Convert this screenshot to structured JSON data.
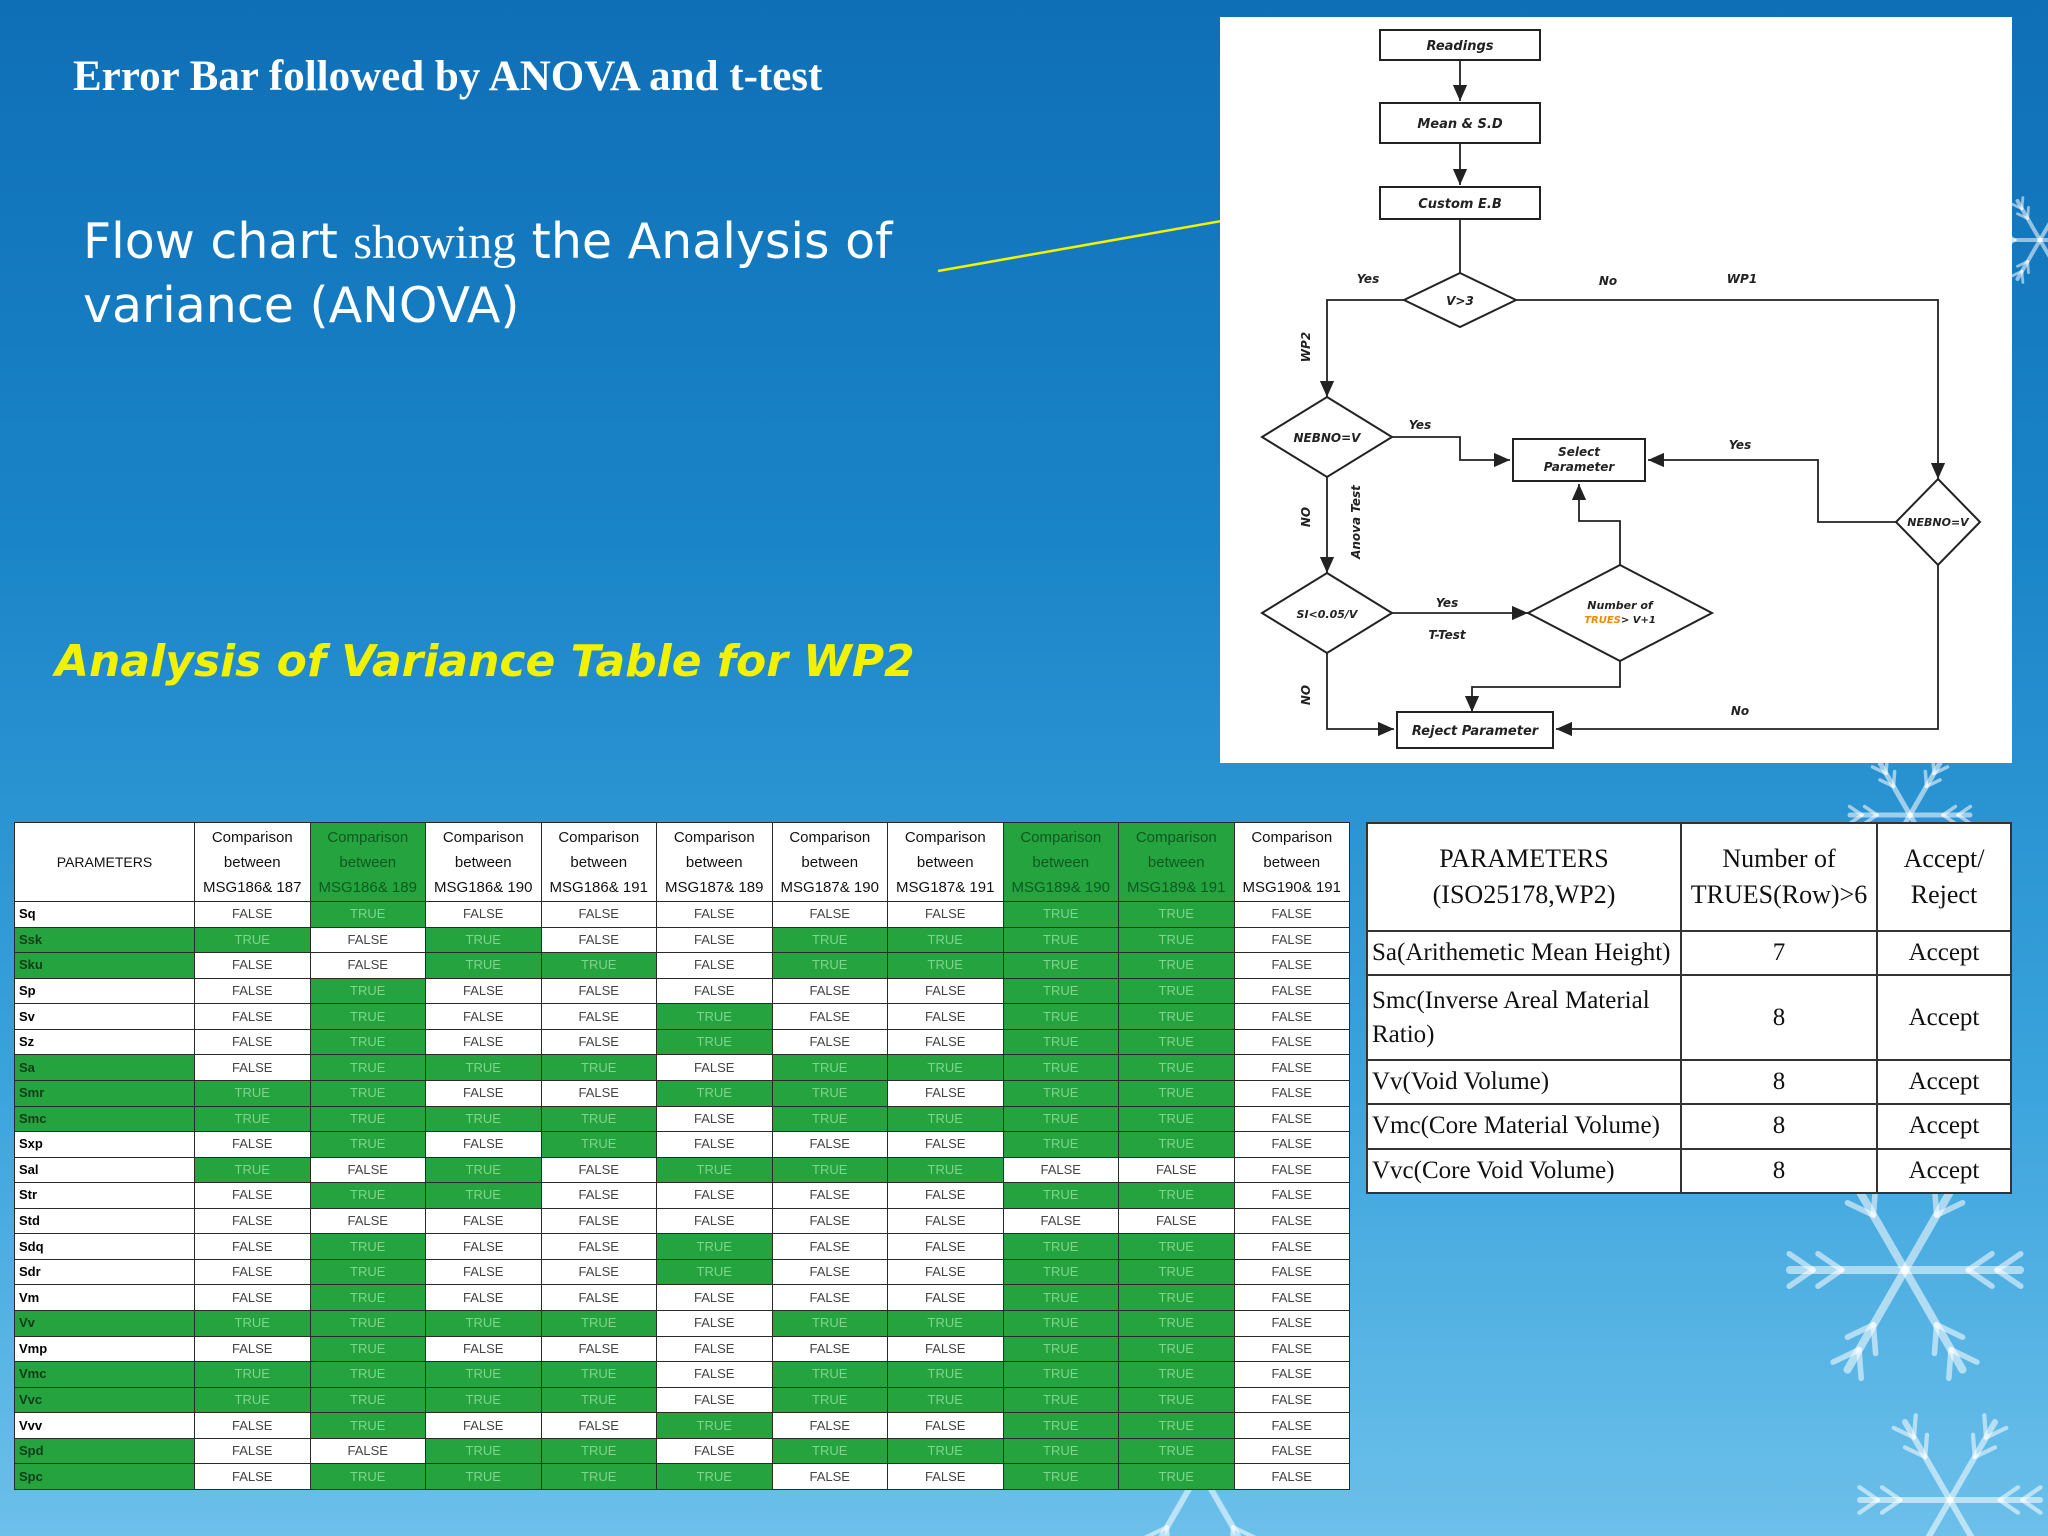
{
  "slide": {
    "title": "Error Bar followed by ANOVA and t-test",
    "caption_part1": "Flow chart ",
    "caption_serif": "showing",
    "caption_part2": " the Analysis of variance (ANOVA)",
    "table_heading": "Analysis of Variance Table for WP2"
  },
  "colors": {
    "accent_yellow": "#f2f200",
    "table_green": "#25a33f",
    "background_blue": "#1a84c8"
  },
  "flowchart": {
    "readings": "Readings",
    "mean_sd": "Mean & S.D",
    "custom_eb": "Custom E.B",
    "decision_v": "V>3",
    "label_yes_top": "Yes",
    "label_no_top": "No",
    "label_wp1": "WP1",
    "label_wp2": "WP2",
    "nebno_left": "NEBNO=V",
    "label_yes_mid": "Yes",
    "select_line1": "Select",
    "select_line2": "Parameter",
    "label_yes_right": "Yes",
    "nebno_right": "NEBNO=V",
    "label_no_left": "NO",
    "label_anova": "Anova Test",
    "sl_decision": "SI<0.05/V",
    "label_yes_low": "Yes",
    "label_ttest": "T-Test",
    "trues_line1": "Number of",
    "trues_word": "TRUES",
    "trues_rest": "> V+1",
    "label_no_bottom": "NO",
    "label_no_right": "No",
    "reject": "Reject Parameter"
  },
  "anova_table": {
    "header_param": "PARAMETERS",
    "header_prefix1": "Comparison",
    "header_prefix2": "between",
    "comparisons": [
      "MSG186& 187",
      "MSG186& 189",
      "MSG186& 190",
      "MSG186& 191",
      "MSG187& 189",
      "MSG187& 190",
      "MSG187& 191",
      "MSG189& 190",
      "MSG189& 191",
      "MSG190& 191"
    ],
    "green_columns": [
      1,
      7,
      8
    ],
    "rows": [
      {
        "param": "Sq",
        "green": false,
        "values": [
          "FALSE",
          "TRUE",
          "FALSE",
          "FALSE",
          "FALSE",
          "FALSE",
          "FALSE",
          "TRUE",
          "TRUE",
          "FALSE"
        ]
      },
      {
        "param": "Ssk",
        "green": true,
        "values": [
          "TRUE",
          "FALSE",
          "TRUE",
          "FALSE",
          "FALSE",
          "TRUE",
          "TRUE",
          "TRUE",
          "TRUE",
          "FALSE"
        ]
      },
      {
        "param": "Sku",
        "green": true,
        "values": [
          "FALSE",
          "FALSE",
          "TRUE",
          "TRUE",
          "FALSE",
          "TRUE",
          "TRUE",
          "TRUE",
          "TRUE",
          "FALSE"
        ]
      },
      {
        "param": "Sp",
        "green": false,
        "values": [
          "FALSE",
          "TRUE",
          "FALSE",
          "FALSE",
          "FALSE",
          "FALSE",
          "FALSE",
          "TRUE",
          "TRUE",
          "FALSE"
        ]
      },
      {
        "param": "Sv",
        "green": false,
        "values": [
          "FALSE",
          "TRUE",
          "FALSE",
          "FALSE",
          "TRUE",
          "FALSE",
          "FALSE",
          "TRUE",
          "TRUE",
          "FALSE"
        ]
      },
      {
        "param": "Sz",
        "green": false,
        "values": [
          "FALSE",
          "TRUE",
          "FALSE",
          "FALSE",
          "TRUE",
          "FALSE",
          "FALSE",
          "TRUE",
          "TRUE",
          "FALSE"
        ]
      },
      {
        "param": "Sa",
        "green": true,
        "values": [
          "FALSE",
          "TRUE",
          "TRUE",
          "TRUE",
          "FALSE",
          "TRUE",
          "TRUE",
          "TRUE",
          "TRUE",
          "FALSE"
        ]
      },
      {
        "param": "Smr",
        "green": true,
        "values": [
          "TRUE",
          "TRUE",
          "FALSE",
          "FALSE",
          "TRUE",
          "TRUE",
          "FALSE",
          "TRUE",
          "TRUE",
          "FALSE"
        ]
      },
      {
        "param": "Smc",
        "green": true,
        "values": [
          "TRUE",
          "TRUE",
          "TRUE",
          "TRUE",
          "FALSE",
          "TRUE",
          "TRUE",
          "TRUE",
          "TRUE",
          "FALSE"
        ]
      },
      {
        "param": "Sxp",
        "green": false,
        "values": [
          "FALSE",
          "TRUE",
          "FALSE",
          "TRUE",
          "FALSE",
          "FALSE",
          "FALSE",
          "TRUE",
          "TRUE",
          "FALSE"
        ]
      },
      {
        "param": "Sal",
        "green": false,
        "values": [
          "TRUE",
          "FALSE",
          "TRUE",
          "FALSE",
          "TRUE",
          "TRUE",
          "TRUE",
          "FALSE",
          "FALSE",
          "FALSE"
        ]
      },
      {
        "param": "Str",
        "green": false,
        "values": [
          "FALSE",
          "TRUE",
          "TRUE",
          "FALSE",
          "FALSE",
          "FALSE",
          "FALSE",
          "TRUE",
          "TRUE",
          "FALSE"
        ]
      },
      {
        "param": "Std",
        "green": false,
        "values": [
          "FALSE",
          "FALSE",
          "FALSE",
          "FALSE",
          "FALSE",
          "FALSE",
          "FALSE",
          "FALSE",
          "FALSE",
          "FALSE"
        ]
      },
      {
        "param": "Sdq",
        "green": false,
        "values": [
          "FALSE",
          "TRUE",
          "FALSE",
          "FALSE",
          "TRUE",
          "FALSE",
          "FALSE",
          "TRUE",
          "TRUE",
          "FALSE"
        ]
      },
      {
        "param": "Sdr",
        "green": false,
        "values": [
          "FALSE",
          "TRUE",
          "FALSE",
          "FALSE",
          "TRUE",
          "FALSE",
          "FALSE",
          "TRUE",
          "TRUE",
          "FALSE"
        ]
      },
      {
        "param": "Vm",
        "green": false,
        "values": [
          "FALSE",
          "TRUE",
          "FALSE",
          "FALSE",
          "FALSE",
          "FALSE",
          "FALSE",
          "TRUE",
          "TRUE",
          "FALSE"
        ]
      },
      {
        "param": "Vv",
        "green": true,
        "values": [
          "TRUE",
          "TRUE",
          "TRUE",
          "TRUE",
          "FALSE",
          "TRUE",
          "TRUE",
          "TRUE",
          "TRUE",
          "FALSE"
        ]
      },
      {
        "param": "Vmp",
        "green": false,
        "values": [
          "FALSE",
          "TRUE",
          "FALSE",
          "FALSE",
          "FALSE",
          "FALSE",
          "FALSE",
          "TRUE",
          "TRUE",
          "FALSE"
        ]
      },
      {
        "param": "Vmc",
        "green": true,
        "values": [
          "TRUE",
          "TRUE",
          "TRUE",
          "TRUE",
          "FALSE",
          "TRUE",
          "TRUE",
          "TRUE",
          "TRUE",
          "FALSE"
        ]
      },
      {
        "param": "Vvc",
        "green": true,
        "values": [
          "TRUE",
          "TRUE",
          "TRUE",
          "TRUE",
          "FALSE",
          "TRUE",
          "TRUE",
          "TRUE",
          "TRUE",
          "FALSE"
        ]
      },
      {
        "param": "Vvv",
        "green": false,
        "values": [
          "FALSE",
          "TRUE",
          "FALSE",
          "FALSE",
          "TRUE",
          "FALSE",
          "FALSE",
          "TRUE",
          "TRUE",
          "FALSE"
        ]
      },
      {
        "param": "Spd",
        "green": true,
        "values": [
          "FALSE",
          "FALSE",
          "TRUE",
          "TRUE",
          "FALSE",
          "TRUE",
          "TRUE",
          "TRUE",
          "TRUE",
          "FALSE"
        ]
      },
      {
        "param": "Spc",
        "green": true,
        "values": [
          "FALSE",
          "TRUE",
          "TRUE",
          "TRUE",
          "TRUE",
          "FALSE",
          "FALSE",
          "TRUE",
          "TRUE",
          "FALSE"
        ]
      }
    ]
  },
  "accept_table": {
    "header_param_line1": "PARAMETERS",
    "header_param_line2": "(ISO25178,WP2)",
    "header_count_line1": "Number of",
    "header_count_line2": "TRUES(Row)>6",
    "header_decision_line1": "Accept/",
    "header_decision_line2": "Reject",
    "rows": [
      {
        "param": "Sa(Arithemetic Mean Height)",
        "count": "7",
        "decision": "Accept"
      },
      {
        "param": "Smc(Inverse Areal Material Ratio)",
        "count": "8",
        "decision": "Accept"
      },
      {
        "param": "Vv(Void Volume)",
        "count": "8",
        "decision": "Accept"
      },
      {
        "param": "Vmc(Core Material Volume)",
        "count": "8",
        "decision": "Accept"
      },
      {
        "param": "Vvc(Core Void Volume)",
        "count": "8",
        "decision": "Accept"
      }
    ]
  }
}
